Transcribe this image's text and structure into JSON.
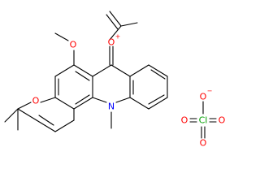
{
  "molecule": {
    "atoms": {
      "carbonyl_o": {
        "symbol": "O",
        "charge": "+",
        "color": "#ff0000"
      },
      "methoxy_o": {
        "symbol": "O",
        "charge": "",
        "color": "#ff0000"
      },
      "pyran_o": {
        "symbol": "O",
        "charge": "",
        "color": "#ff0000"
      },
      "amine_n": {
        "symbol": "N",
        "charge": "",
        "color": "#0000ff"
      }
    }
  },
  "counterion": {
    "atoms": {
      "cl": {
        "symbol": "Cl",
        "charge": "",
        "color": "#00a000"
      },
      "o_top": {
        "symbol": "O",
        "charge": "−",
        "color": "#ff0000"
      },
      "o_left": {
        "symbol": "O",
        "charge": "",
        "color": "#ff0000"
      },
      "o_right": {
        "symbol": "O",
        "charge": "",
        "color": "#ff0000"
      },
      "o_bottom": {
        "symbol": "O",
        "charge": "",
        "color": "#ff0000"
      }
    }
  }
}
